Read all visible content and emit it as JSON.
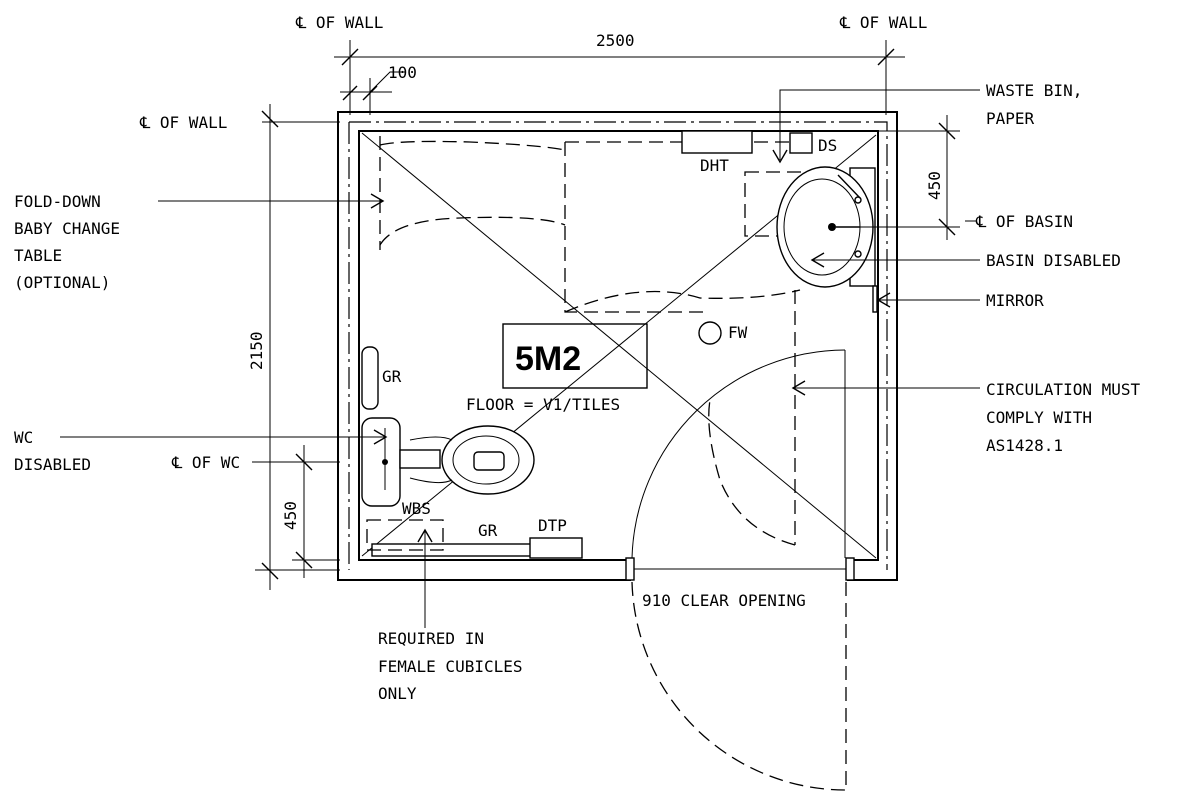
{
  "labels": {
    "cl_wall_left_top": "℄ OF WALL",
    "cl_wall_right_top": "℄ OF WALL",
    "cl_wall_side": "℄ OF WALL",
    "dim_width": "2500",
    "dim_wall": "100",
    "dim_height": "2150",
    "dim_wc": "450",
    "dim_basin": "450",
    "waste_bin_1": "WASTE BIN,",
    "waste_bin_2": "PAPER",
    "cl_basin": "℄ OF BASIN",
    "basin": "BASIN DISABLED",
    "mirror": "MIRROR",
    "circ_1": "CIRCULATION MUST",
    "circ_2": "COMPLY WITH",
    "circ_3": "AS1428.1",
    "baby_1": "FOLD-DOWN",
    "baby_2": "BABY CHANGE",
    "baby_3": "TABLE",
    "baby_4": "(OPTIONAL)",
    "wc_1": "WC",
    "wc_2": "DISABLED",
    "cl_wc": "℄ OF WC",
    "gr_left": "GR",
    "gr_bottom": "GR",
    "dht": "DHT",
    "ds": "DS",
    "fw": "FW",
    "wbs": "WBS",
    "dtp": "DTP",
    "area": "5M2",
    "floor": "FLOOR = V1/TILES",
    "opening": "910 CLEAR OPENING",
    "req_1": "REQUIRED IN",
    "req_2": "FEMALE CUBICLES",
    "req_3": "ONLY"
  }
}
